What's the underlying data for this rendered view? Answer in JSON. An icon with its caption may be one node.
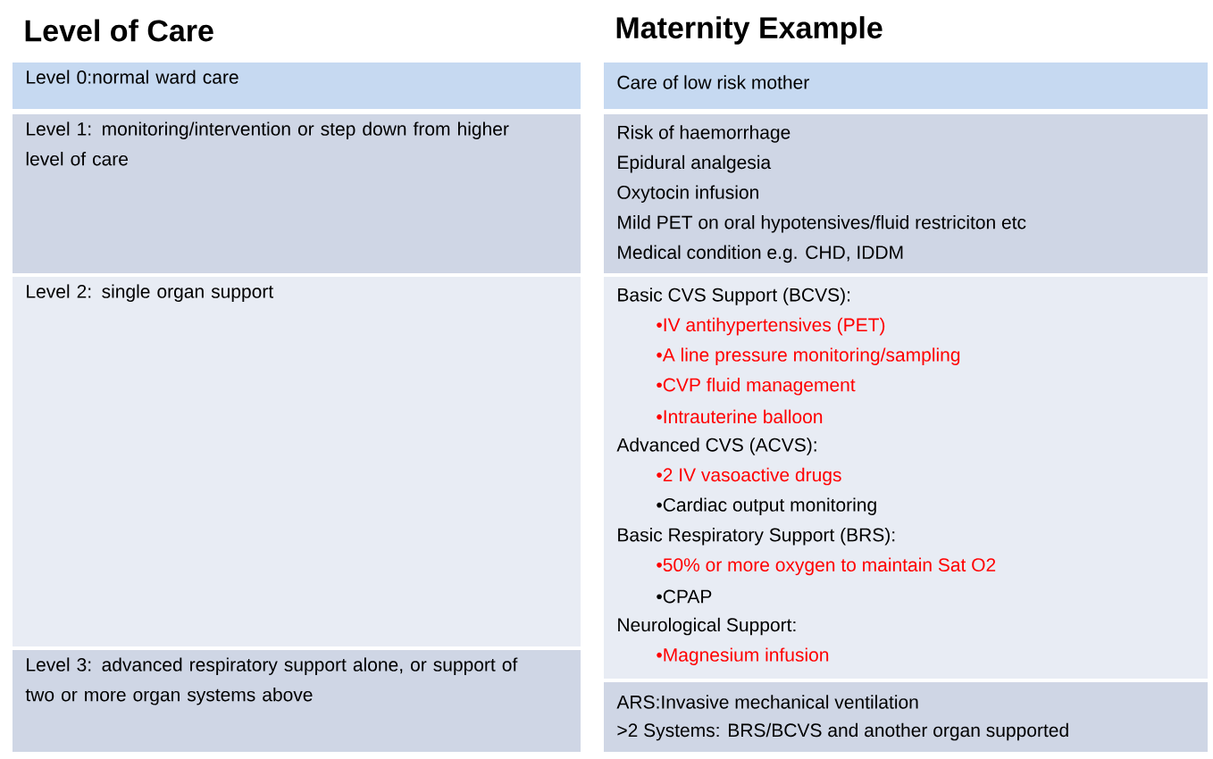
{
  "diagram": {
    "nodes": [
      {
        "text": [
          "Level 0:normal ward care"
        ]
      },
      {
        "text": [
          "Care of low risk mother"
        ]
      },
      {
        "text": [
          "Level 1: monitoring/intervention or step down from higher level of care"
        ]
      },
      {
        "text": [
          "Risk of haemorrhage",
          "Epidural analgesia",
          "Oxytocin infusion",
          "Mild PET on oral hypotensives/fluid restriciton etc",
          "Medical condition e.g. CHD, IDDM"
        ]
      },
      {
        "text": [
          "Level 2: single organ support"
        ]
      },
      {
        "text": [
          "Basic CVS Support (BCVS):",
          "•IV antihypertensives (PET)",
          "•A line pressure monitoring/sampling",
          "•CVP fluid management",
          "•Intrauterine balloon",
          "Advanced CVS (ACVS):",
          "•2 IV vasoactive drugs",
          "•Cardiac output monitoring",
          "Basic Respiratory Support (BRS):",
          "•50% or more oxygen  to maintain Sat O2",
          "•CPAP",
          "Neurological Support:",
          "•Magnesium infusion"
        ]
      },
      {
        "text": [
          "Level 3: advanced respiratory support alone, or support of two or more organ systems above"
        ]
      },
      {
        "text": [
          "ARS:Invasive mechanical ventilation",
          ">2 Systems: BRS/BCVS and another organ supported"
        ]
      }
    ],
    "labels": [
      "Level of Care",
      "Maternity Example"
    ]
  }
}
